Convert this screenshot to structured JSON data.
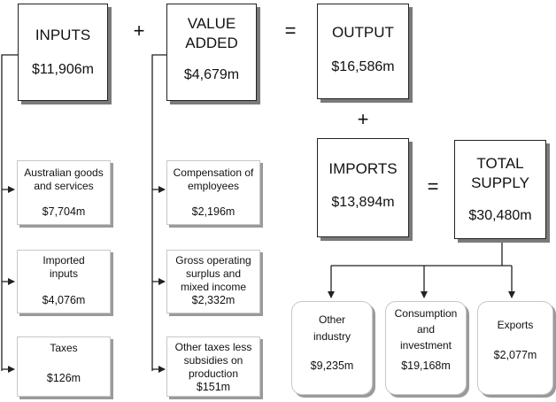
{
  "top": {
    "inputs": {
      "title": "INPUTS",
      "value": "$11,906m"
    },
    "plus": "+",
    "value_added": {
      "title_line1": "VALUE",
      "title_line2": "ADDED",
      "value": "$4,679m"
    },
    "equals": "=",
    "output": {
      "title": "OUTPUT",
      "value": "$16,586m"
    }
  },
  "plus2": "+",
  "imports": {
    "title": "IMPORTS",
    "value": "$13,894m"
  },
  "equals2": "=",
  "total_supply": {
    "title_line1": "TOTAL",
    "title_line2": "SUPPLY",
    "value": "$30,480m"
  },
  "input_items": [
    {
      "lines": [
        "Australian goods",
        "and services"
      ],
      "value": "$7,704m"
    },
    {
      "lines": [
        "Imported",
        "inputs"
      ],
      "value": "$4,076m"
    },
    {
      "lines": [
        "Taxes"
      ],
      "value": "$126m"
    }
  ],
  "value_added_items": [
    {
      "lines": [
        "Compensation of",
        "employees"
      ],
      "value": "$2,196m"
    },
    {
      "lines": [
        "Gross operating",
        "surplus and",
        "mixed income"
      ],
      "value": "$2,332m"
    },
    {
      "lines": [
        "Other taxes less",
        "subsidies on",
        "production"
      ],
      "value": "$151m"
    }
  ],
  "uses": [
    {
      "lines": [
        "Other",
        "industry"
      ],
      "value": "$9,235m"
    },
    {
      "lines": [
        "Consumption",
        "and",
        "investment"
      ],
      "value": "$19,168m"
    },
    {
      "lines": [
        "Exports"
      ],
      "value": "$2,077m"
    }
  ]
}
